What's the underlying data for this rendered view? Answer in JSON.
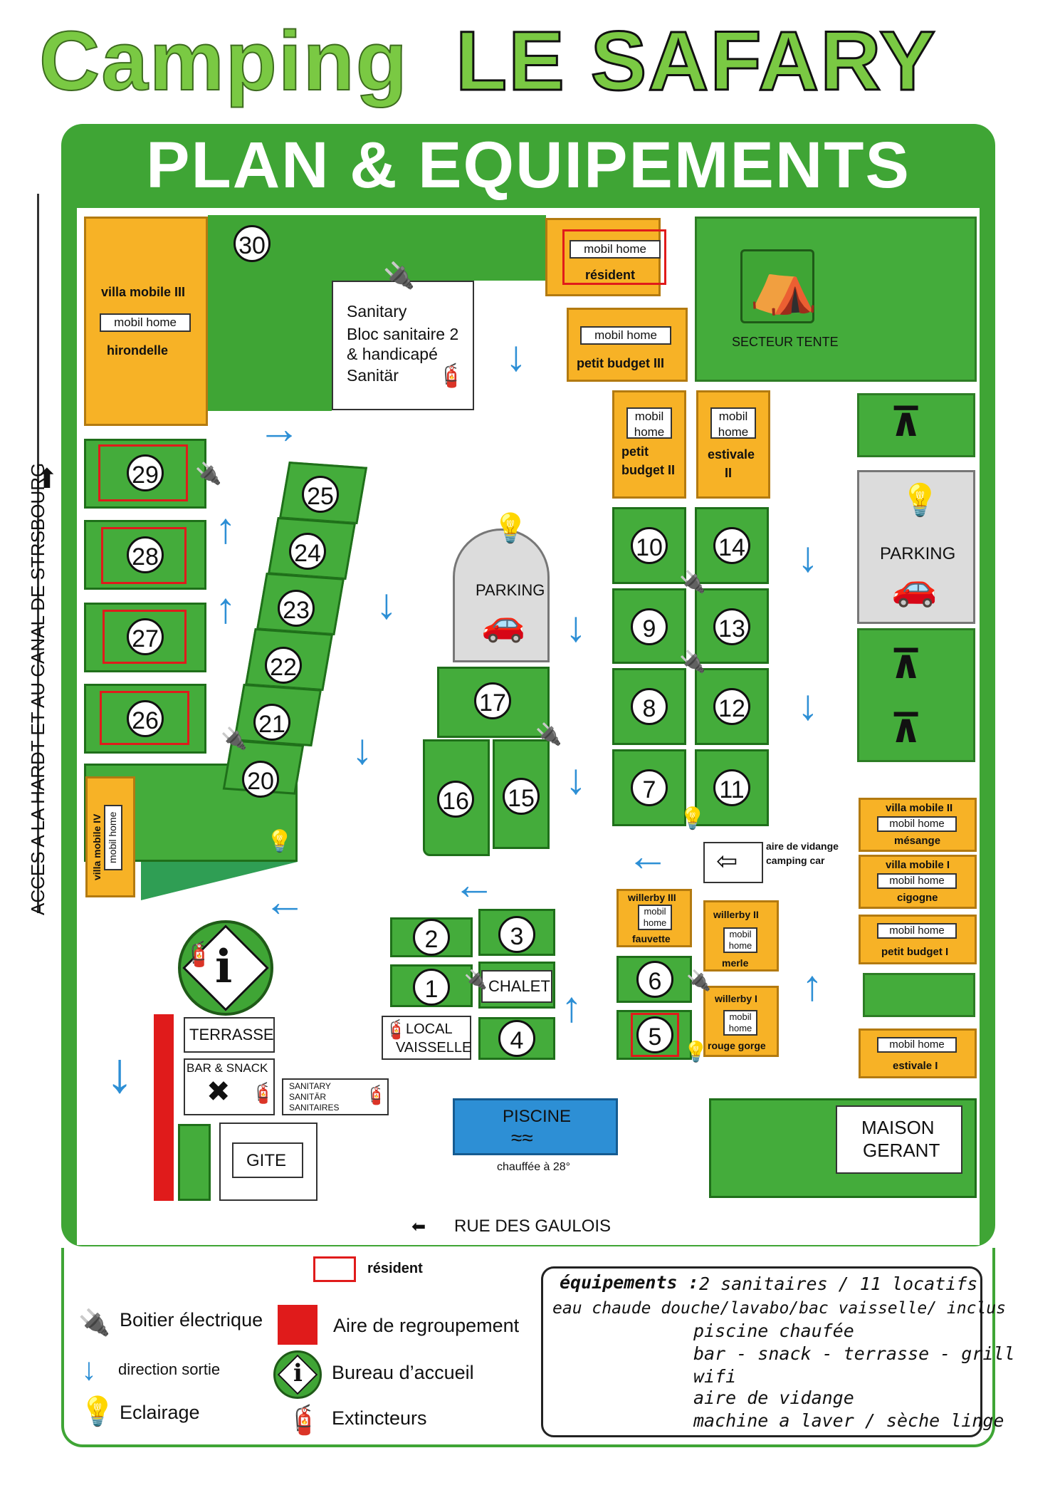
{
  "header": {
    "camping": "Camping",
    "name": "LE SAFARY",
    "subtitle": "PLAN & EQUIPEMENTS"
  },
  "left_road": "ACCES A LA HARDT ET AU CANAL DE STRSBOURG",
  "bottom_road": "RUE DES GAULOIS",
  "lots": [
    "30",
    "29",
    "28",
    "27",
    "26",
    "25",
    "24",
    "23",
    "22",
    "21",
    "20",
    "17",
    "16",
    "15",
    "10",
    "9",
    "8",
    "7",
    "14",
    "13",
    "12",
    "11",
    "2",
    "3",
    "1",
    "4",
    "6",
    "5"
  ],
  "labels": {
    "villa_mobile_3": "villa mobile III",
    "mobil_home": "mobil home",
    "hirondelle": "hirondelle",
    "sanitary": "Sanitary",
    "bloc_sanitaire": "Bloc sanitaire 2",
    "handicape": "& handicapé",
    "sanitar": "Sanitär",
    "resident": "résident",
    "petit_budget_3": "petit budget III",
    "secteur_tente": "SECTEUR TENTE",
    "mobil": "mobil",
    "home": "home",
    "petit": "petit",
    "budget_2": "budget II",
    "estivale": "estivale",
    "ii": "II",
    "parking": "PARKING",
    "villa_mobile_4": "villa mobile IV",
    "villa_mobile_2": "villa mobile II",
    "mesange": "mésange",
    "villa_mobile_1": "villa mobile I",
    "cigogne": "cigogne",
    "petit_budget_1": "petit budget I",
    "estivale_1": "estivale I",
    "aire_vidange": "aire de vidange",
    "camping_car": "camping car",
    "willerby_3": "willerby III",
    "fauvette": "fauvette",
    "willerby_2": "willerby II",
    "merle": "merle",
    "willerby_1": "willerby I",
    "rouge_gorge": "rouge gorge",
    "chalet": "CHALET",
    "local": "LOCAL",
    "vaisselle": "VAISSELLE",
    "terrasse": "TERRASSE",
    "bar_snack": "BAR & SNACK",
    "sanitary_caps": "SANITARY",
    "sanitar_caps": "SANITÄR",
    "sanitaires": "SANITAIRES",
    "gite": "GITE",
    "piscine": "PISCINE",
    "chauffee": "chauffée à 28°",
    "maison": "MAISON",
    "gerant": "GERANT"
  },
  "legend": {
    "resident": "résident",
    "boitier": "Boitier électrique",
    "direction": "direction sortie",
    "eclairage": "Eclairage",
    "aire_regroupement": "Aire de regroupement",
    "bureau": "Bureau d’accueil",
    "extincteurs": "Extincteurs"
  },
  "equipements": {
    "heading": "équipements :",
    "summary": "2 sanitaires / 11 locatifs",
    "lines": [
      "eau chaude douche/lavabo/bac vaisselle/ inclus",
      "piscine chaufée",
      "bar - snack - terrasse - grill",
      "wifi",
      "aire de vidange",
      "machine a laver / sèche linge"
    ]
  },
  "colors": {
    "green": "#3fa535",
    "orange": "#f7b226",
    "blue": "#2d8fd5",
    "red": "#e01b1b"
  }
}
